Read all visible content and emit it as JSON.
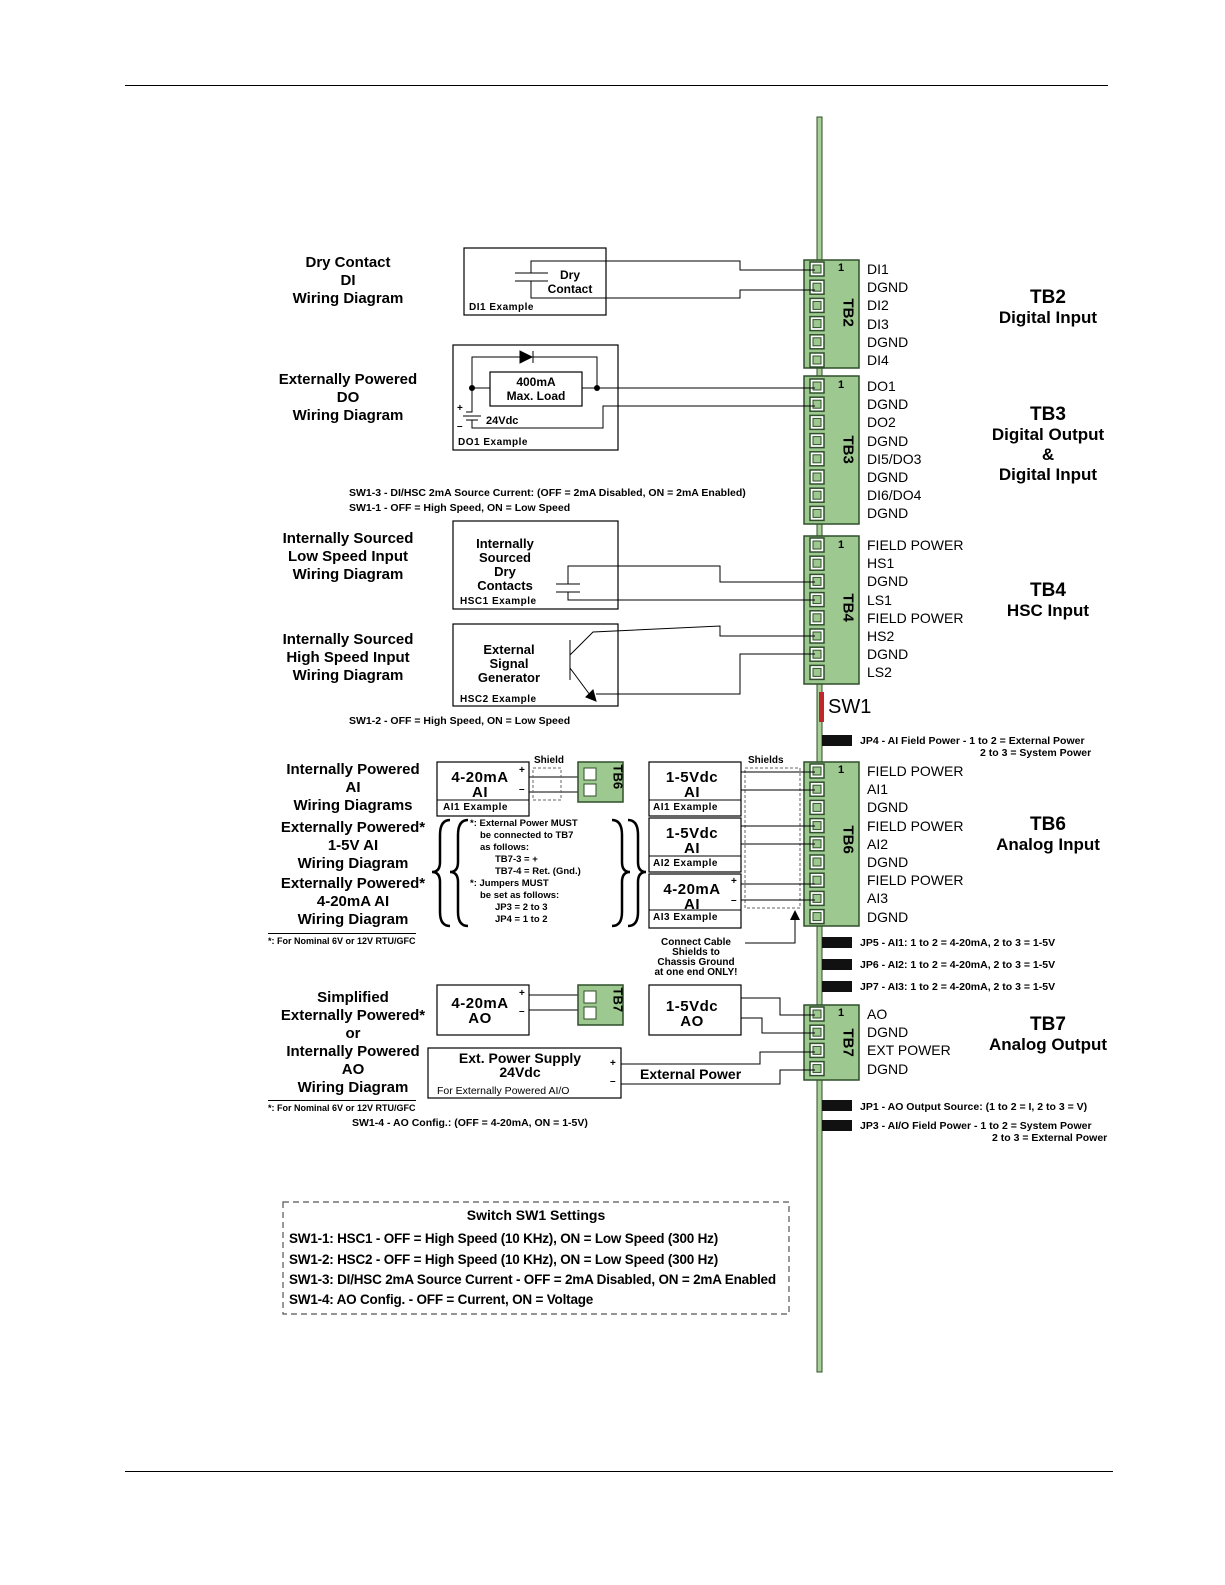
{
  "left_labels": {
    "dry_contact": [
      "Dry Contact",
      "DI",
      "Wiring Diagram"
    ],
    "ext_do": [
      "Externally Powered",
      "DO",
      "Wiring Diagram"
    ],
    "int_low": [
      "Internally Sourced",
      "Low Speed Input",
      "Wiring Diagram"
    ],
    "int_high": [
      "Internally Sourced",
      "High Speed Input",
      "Wiring Diagram"
    ],
    "int_ai": [
      "Internally Powered",
      "AI",
      "Wiring Diagrams"
    ],
    "ext_15v": [
      "Externally Powered*",
      "1-5V AI",
      "Wiring Diagram"
    ],
    "ext_420": [
      "Externally Powered*",
      "4-20mA AI",
      "Wiring Diagram"
    ],
    "ai_footnote": "*: For Nominal 6V or 12V RTU/GFC",
    "ao": [
      "Simplified",
      "Externally Powered*",
      "or",
      "Internally Powered",
      "AO",
      "Wiring Diagram"
    ],
    "ao_footnote": "*: For Nominal 6V or 12V RTU/GFC"
  },
  "boxes": {
    "dry": {
      "text": [
        "Dry",
        "Contact"
      ],
      "example": "DI1 Example"
    },
    "do": {
      "load": [
        "400mA",
        "Max. Load"
      ],
      "supply": "24Vdc",
      "plus": "+",
      "minus": "–",
      "example": "DO1 Example"
    },
    "hsc1": {
      "text": [
        "Internally",
        "Sourced",
        "Dry",
        "Contacts"
      ],
      "example": "HSC1 Example"
    },
    "hsc2": {
      "text": [
        "External",
        "Signal",
        "Generator"
      ],
      "example": "HSC2 Example"
    },
    "ai1": {
      "text": [
        "4-20mA",
        "AI"
      ],
      "example": "AI1 Example",
      "plus": "+",
      "minus": "–"
    },
    "ai1_15": {
      "text": [
        "1-5Vdc",
        "AI"
      ],
      "example": "AI1 Example"
    },
    "ai2_15": {
      "text": [
        "1-5Vdc",
        "AI"
      ],
      "example": "AI2 Example"
    },
    "ai3_420": {
      "text": [
        "4-20mA",
        "AI"
      ],
      "example": "AI3 Example",
      "plus": "+",
      "minus": "–"
    },
    "ao420": {
      "text": [
        "4-20mA",
        "AO"
      ],
      "plus": "+",
      "minus": "–"
    },
    "ao15": {
      "text": [
        "1-5Vdc",
        "AO"
      ]
    },
    "psu": {
      "text": [
        "Ext. Power Supply",
        "24Vdc"
      ],
      "sub": "For Externally Powered AI/O",
      "plus": "+",
      "minus": "–"
    }
  },
  "mini_tb": {
    "tb6": "TB6",
    "tb7": "TB7",
    "shield": "Shield",
    "shields": "Shields"
  },
  "notes": {
    "sw13": "SW1-3 - DI/HSC 2mA Source Current: (OFF = 2mA Disabled, ON = 2mA Enabled)",
    "sw11": "SW1-1 - OFF = High Speed, ON = Low Speed",
    "sw12": "SW1-2 - OFF = High Speed, ON = Low Speed",
    "sw14": "SW1-4 - AO Config.: (OFF = 4-20mA, ON = 1-5V)",
    "ext_power_title": "*: External Power MUST",
    "ext_power_lines": [
      "be connected to TB7",
      "as follows:",
      "TB7-3 = +",
      "TB7-4 = Ret. (Gnd.)"
    ],
    "jumpers_title": "*: Jumpers MUST",
    "jumpers_lines": [
      "be set as follows:",
      "JP3 = 2 to 3",
      "JP4 = 1 to 2"
    ],
    "connect_cable": [
      "Connect Cable",
      "Shields to",
      "Chassis Ground",
      "at one end ONLY!"
    ],
    "external_power": "External Power"
  },
  "terminals": {
    "tb2": {
      "id": "TB2",
      "num": "1",
      "pins": [
        "DI1",
        "DGND",
        "DI2",
        "DI3",
        "DGND",
        "DI4"
      ],
      "title": [
        "TB2",
        "Digital Input"
      ]
    },
    "tb3": {
      "id": "TB3",
      "num": "1",
      "pins": [
        "DO1",
        "DGND",
        "DO2",
        "DGND",
        "DI5/DO3",
        "DGND",
        "DI6/DO4",
        "DGND"
      ],
      "title": [
        "TB3",
        "Digital Output",
        "&",
        "Digital Input"
      ]
    },
    "tb4": {
      "id": "TB4",
      "num": "1",
      "pins": [
        "FIELD POWER",
        "HS1",
        "DGND",
        "LS1",
        "FIELD POWER",
        "HS2",
        "DGND",
        "LS2"
      ],
      "title": [
        "TB4",
        "HSC Input"
      ]
    },
    "tb6": {
      "id": "TB6",
      "num": "1",
      "pins": [
        "FIELD POWER",
        "AI1",
        "DGND",
        "FIELD POWER",
        "AI2",
        "DGND",
        "FIELD POWER",
        "AI3",
        "DGND"
      ],
      "title": [
        "TB6",
        "Analog Input"
      ]
    },
    "tb7": {
      "id": "TB7",
      "num": "1",
      "pins": [
        "AO",
        "DGND",
        "EXT POWER",
        "DGND"
      ],
      "title": [
        "TB7",
        "Analog Output"
      ]
    }
  },
  "sw1": "SW1",
  "jumpers": {
    "jp4": [
      "JP4 - AI Field Power - 1 to 2 = External Power",
      "2 to 3 = System Power"
    ],
    "jp5": "JP5 - AI1: 1 to 2 = 4-20mA, 2 to 3 = 1-5V",
    "jp6": "JP6 - AI2: 1 to 2 = 4-20mA, 2 to 3 = 1-5V",
    "jp7": "JP7 - AI3: 1 to 2 = 4-20mA, 2 to 3 = 1-5V",
    "jp1": "JP1 - AO Output Source: (1 to 2 = I, 2 to 3 = V)",
    "jp3": [
      "JP3 - AI/O Field Power - 1 to 2 = System Power",
      "2 to 3 = External Power"
    ]
  },
  "switch_box": {
    "title": "Switch SW1 Settings",
    "lines": [
      "SW1-1: HSC1 - OFF = High Speed (10 KHz), ON = Low Speed (300 Hz)",
      "SW1-2: HSC2 - OFF = High Speed (10 KHz), ON = Low Speed (300 Hz)",
      "SW1-3: DI/HSC 2mA Source Current - OFF = 2mA Disabled, ON = 2mA Enabled",
      "SW1-4: AO Config. - OFF = Current, ON = Voltage"
    ]
  },
  "colors": {
    "terminal_green": "#9dc88f",
    "terminal_dark": "#2f4f2a",
    "sw1_red": "#c0262c"
  }
}
